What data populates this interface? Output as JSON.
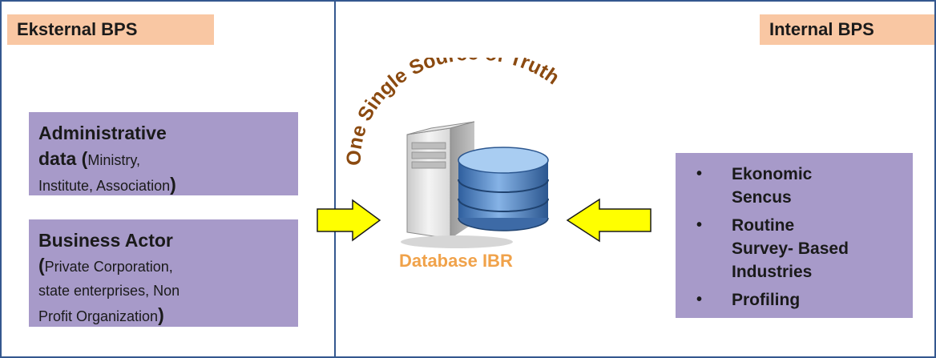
{
  "left_panel": {
    "title": "Eksternal BPS",
    "admin_box": {
      "heading_line1": "Administrative",
      "heading_word": "data",
      "paren_open": " (",
      "sub_line1": "Ministry,",
      "sub_line2": "Institute, Association",
      "paren_close": ")"
    },
    "actor_box": {
      "heading": "Business Actor",
      "paren_open": "(",
      "line1": "Private Corporation,",
      "line2": "state enterprises, Non",
      "line3": "Profit Organization",
      "paren_close": ")"
    }
  },
  "center": {
    "arc_text": "One Single Source of Truth",
    "db_label": "Database IBR",
    "server_icon": "server-icon",
    "database_icon": "database-cylinder-icon"
  },
  "right_panel": {
    "title": "Internal BPS",
    "bullet_char": "•",
    "items": [
      {
        "lines": [
          "Ekonomic",
          "Sencus"
        ]
      },
      {
        "lines": [
          "Routine",
          "Survey- Based",
          "Industries"
        ]
      },
      {
        "lines": [
          "Profiling"
        ]
      }
    ]
  },
  "colors": {
    "border": "#34588f",
    "tag_bg": "#f9c7a3",
    "box_bg": "#a79ac9",
    "arrow_fill": "#ffff00",
    "arc_text": "#8b4a10",
    "db_label": "#f0a24a"
  }
}
